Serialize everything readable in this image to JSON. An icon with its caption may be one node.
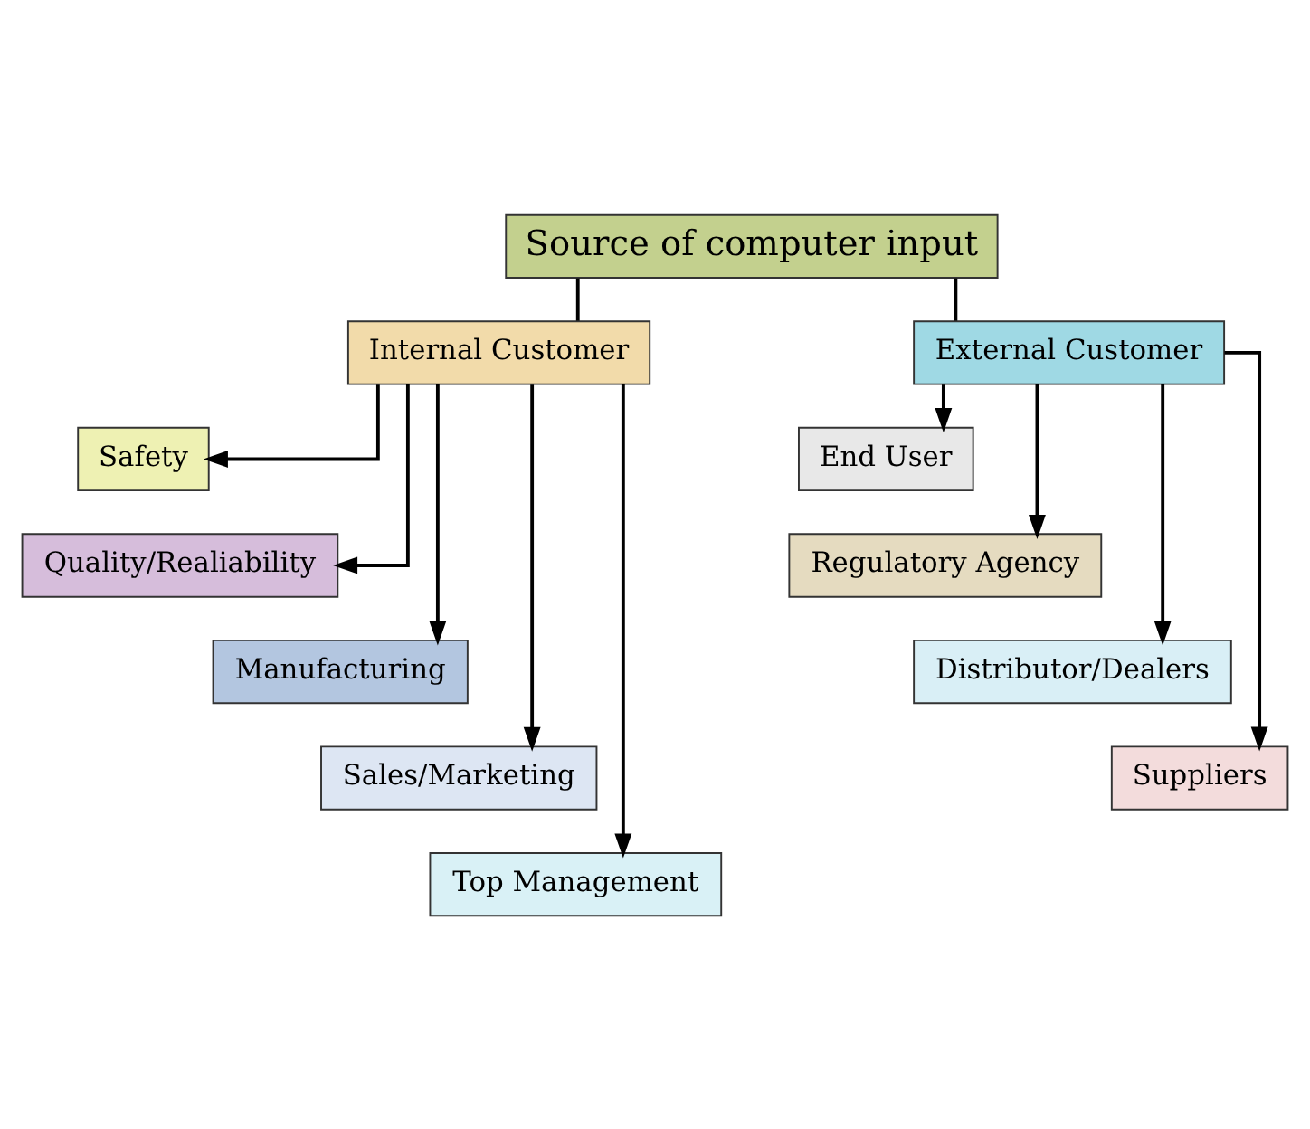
{
  "diagram": {
    "nodes": [
      {
        "text": [
          "Source of computer input"
        ]
      },
      {
        "text": [
          "Internal Customer"
        ]
      },
      {
        "text": [
          "External Customer"
        ]
      },
      {
        "text": [
          "Safety"
        ]
      },
      {
        "text": [
          "Quality/Realiability"
        ]
      },
      {
        "text": [
          "Manufacturing"
        ]
      },
      {
        "text": [
          "Sales/Marketing"
        ]
      },
      {
        "text": [
          "Top Management"
        ]
      },
      {
        "text": [
          "End User"
        ]
      },
      {
        "text": [
          "Regulatory Agency"
        ]
      },
      {
        "text": [
          "Distributor/Dealers"
        ]
      },
      {
        "text": [
          "Suppliers"
        ]
      }
    ],
    "edges": [
      {
        "from": 0,
        "to": 1,
        "arrow": "none"
      },
      {
        "from": 0,
        "to": 2,
        "arrow": "none"
      },
      {
        "from": 1,
        "to": 3,
        "arrow": "to"
      },
      {
        "from": 1,
        "to": 4,
        "arrow": "to"
      },
      {
        "from": 1,
        "to": 5,
        "arrow": "to"
      },
      {
        "from": 1,
        "to": 6,
        "arrow": "to"
      },
      {
        "from": 1,
        "to": 7,
        "arrow": "to"
      },
      {
        "from": 2,
        "to": 8,
        "arrow": "to"
      },
      {
        "from": 2,
        "to": 9,
        "arrow": "to"
      },
      {
        "from": 2,
        "to": 10,
        "arrow": "to"
      },
      {
        "from": 2,
        "to": 11,
        "arrow": "to"
      }
    ]
  }
}
